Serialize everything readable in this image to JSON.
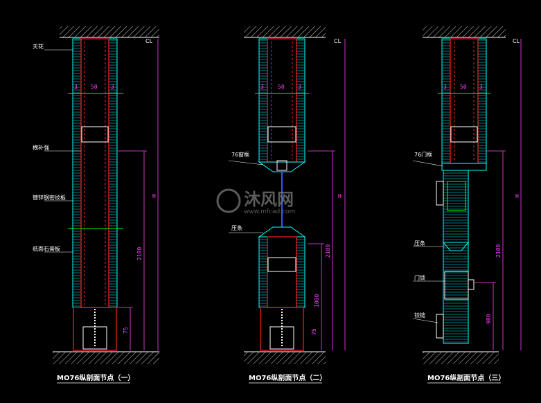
{
  "sections": [
    {
      "title": "MO76纵剖面节点（一）",
      "labels": [
        "天花",
        "横补强",
        "镀锌钢密纹板",
        "纸面石膏板"
      ],
      "dims": [
        "3",
        "50",
        "3",
        "H",
        "2100",
        "75"
      ],
      "level": "CL"
    },
    {
      "title": "MO76纵剖面节点（二）",
      "labels": [
        "76窗框",
        "压条"
      ],
      "dims": [
        "3",
        "50",
        "3",
        "H",
        "2100",
        "1000",
        "75"
      ],
      "level": "CL"
    },
    {
      "title": "MO76纵剖面节点（三）",
      "labels": [
        "76门框",
        "压条",
        "门锁",
        "铰链"
      ],
      "dims": [
        "3",
        "50",
        "3",
        "H",
        "2100",
        "980"
      ],
      "level": "CL"
    }
  ],
  "watermark": {
    "brand": "沐风网",
    "url": "www.mfcad.com"
  },
  "colors": {
    "cyan": "#00ffff",
    "red": "#ff2020",
    "magenta": "#ff44ff",
    "green": "#00ff00",
    "white": "#ffffff",
    "blue": "#3355ff"
  }
}
